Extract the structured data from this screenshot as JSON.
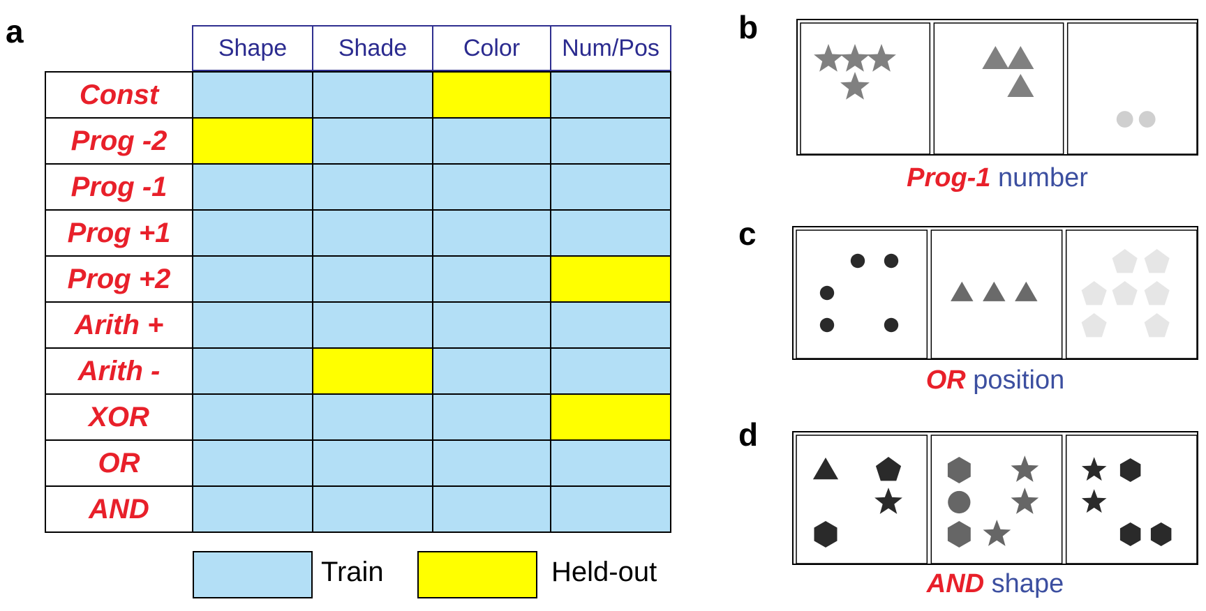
{
  "colors": {
    "train": "#b3dff6",
    "held_out": "#ffff00",
    "rule_red": "#e8202a",
    "attr_blue": "#3c4fa0",
    "header_blue": "#2b2b8f"
  },
  "panel_a": {
    "letter": "a",
    "columns": [
      "Shape",
      "Shade",
      "Color",
      "Num/Pos"
    ],
    "rows": [
      "Const",
      "Prog -2",
      "Prog -1",
      "Prog +1",
      "Prog +2",
      "Arith +",
      "Arith -",
      "XOR",
      "OR",
      "AND"
    ],
    "cells": [
      [
        "train",
        "train",
        "held_out",
        "train"
      ],
      [
        "held_out",
        "train",
        "train",
        "train"
      ],
      [
        "train",
        "train",
        "train",
        "train"
      ],
      [
        "train",
        "train",
        "train",
        "train"
      ],
      [
        "train",
        "train",
        "train",
        "held_out"
      ],
      [
        "train",
        "train",
        "train",
        "train"
      ],
      [
        "train",
        "held_out",
        "train",
        "train"
      ],
      [
        "train",
        "train",
        "train",
        "held_out"
      ],
      [
        "train",
        "train",
        "train",
        "train"
      ],
      [
        "train",
        "train",
        "train",
        "train"
      ]
    ],
    "legend": {
      "train_label": "Train",
      "held_out_label": "Held-out"
    }
  },
  "panel_b": {
    "letter": "b",
    "caption_rule": "Prog-1",
    "caption_attr": "number",
    "panels": [
      {
        "shape": "star",
        "fill": "#808080",
        "count": 4
      },
      {
        "shape": "triangle",
        "fill": "#808080",
        "count": 3
      },
      {
        "shape": "circle",
        "fill": "#cfcfcf",
        "count": 2
      }
    ]
  },
  "panel_c": {
    "letter": "c",
    "caption_rule": "OR",
    "caption_attr": "position",
    "panels": [
      {
        "shape": "circle",
        "fill": "#2a2a2a",
        "count": 5
      },
      {
        "shape": "triangle",
        "fill": "#6a6a6a",
        "count": 3
      },
      {
        "shape": "pentagon",
        "fill": "#e6e6e6",
        "count": 7
      }
    ]
  },
  "panel_d": {
    "letter": "d",
    "caption_rule": "AND",
    "caption_attr": "shape",
    "panels": [
      {
        "shapes": [
          "triangle",
          "pentagon",
          "star",
          "hexagon"
        ],
        "fill": "#2a2a2a"
      },
      {
        "shapes": [
          "hexagon",
          "star",
          "circle",
          "star",
          "hexagon",
          "star"
        ],
        "fill": "#666666"
      },
      {
        "shapes": [
          "star",
          "hexagon",
          "star",
          "hexagon",
          "hexagon"
        ],
        "fill": "#2a2a2a"
      }
    ]
  }
}
